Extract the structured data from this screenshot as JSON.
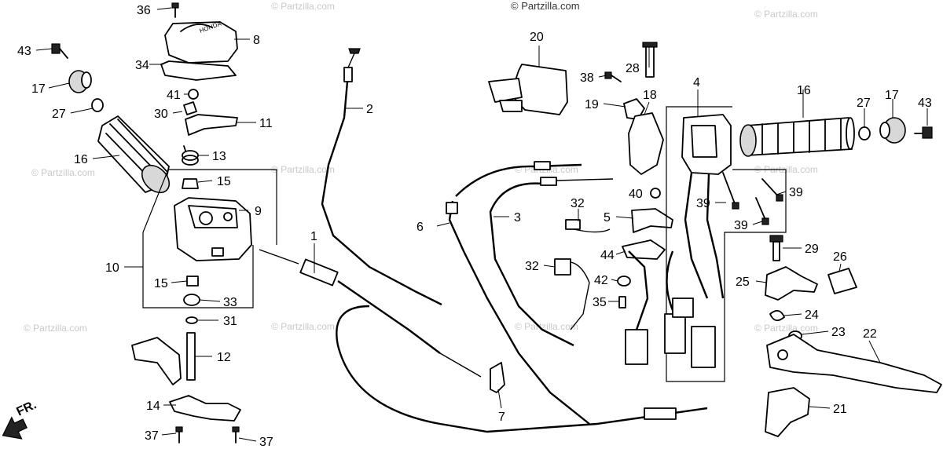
{
  "watermarks": {
    "top": "© Partzilla.com",
    "repeat": "© Partzilla.com"
  },
  "arrow_label": "FR.",
  "callouts": {
    "c1": "1",
    "c2": "2",
    "c3": "3",
    "c4": "4",
    "c5": "5",
    "c6": "6",
    "c7": "7",
    "c8": "8",
    "c9": "9",
    "c10": "10",
    "c11": "11",
    "c12": "12",
    "c13": "13",
    "c14": "14",
    "c15a": "15",
    "c15b": "15",
    "c16a": "16",
    "c16b": "16",
    "c17a": "17",
    "c17b": "17",
    "c18": "18",
    "c19": "19",
    "c20": "20",
    "c21": "21",
    "c22": "22",
    "c23": "23",
    "c24": "24",
    "c25": "25",
    "c26": "26",
    "c27a": "27",
    "c27b": "27",
    "c28": "28",
    "c29": "29",
    "c30": "30",
    "c31": "31",
    "c32a": "32",
    "c32b": "32",
    "c33": "33",
    "c34": "34",
    "c35": "35",
    "c36": "36",
    "c37a": "37",
    "c37b": "37",
    "c38": "38",
    "c39a": "39",
    "c39b": "39",
    "c39c": "39",
    "c40": "40",
    "c41": "41",
    "c42": "42",
    "c43a": "43",
    "c43b": "43",
    "c44": "44"
  }
}
